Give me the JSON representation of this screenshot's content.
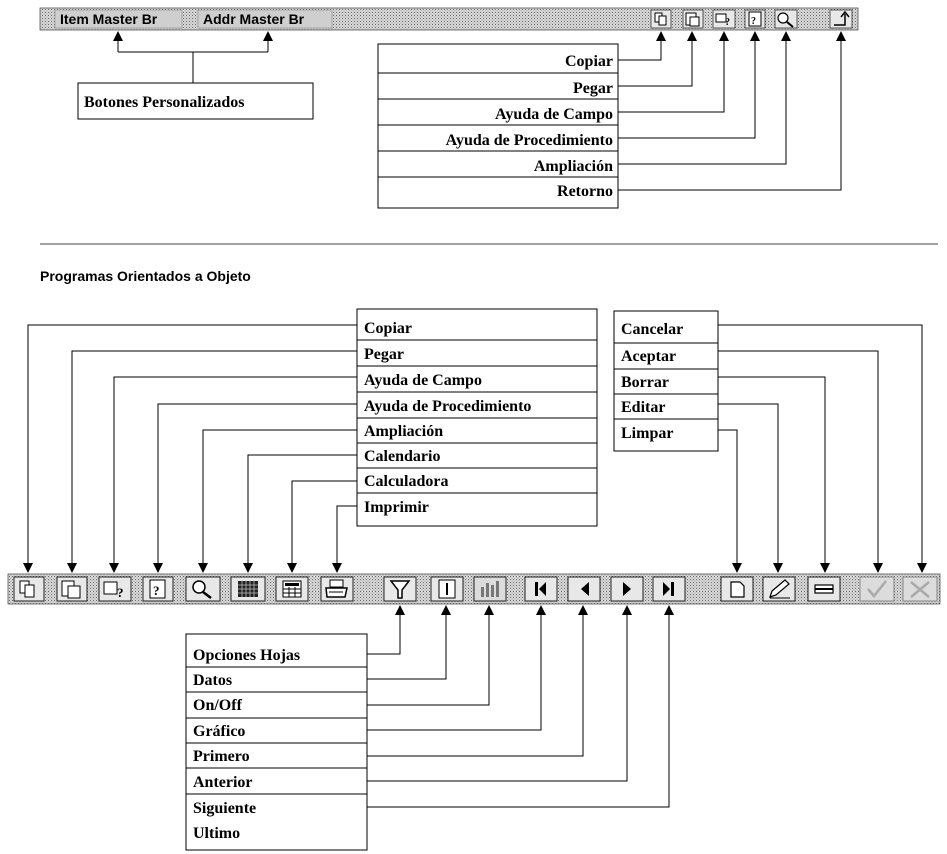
{
  "top_toolbar": {
    "custom_buttons": [
      "Item Master Br",
      "Addr Master Br"
    ],
    "icons": [
      "copy-icon",
      "paste-icon",
      "field-help-icon",
      "procedure-help-icon",
      "zoom-icon",
      "return-icon"
    ]
  },
  "custom_buttons_callout": "Botones Personalizados",
  "top_legend": [
    "Copiar",
    "Pegar",
    "Ayuda de Campo",
    "Ayuda de Procedimiento",
    "Ampliación",
    "Retorno"
  ],
  "section_title": "Programas Orientados a Objeto",
  "bottom_toolbar": {
    "icons": [
      "copy-icon",
      "paste-icon",
      "field-help-icon",
      "procedure-help-icon",
      "zoom-icon",
      "calendar-icon",
      "calculator-icon",
      "print-icon",
      "filter-icon",
      "data-icon",
      "chart-icon",
      "first-icon",
      "previous-icon",
      "next-icon",
      "last-icon",
      "new-icon",
      "edit-icon",
      "delete-icon",
      "accept-icon",
      "cancel-icon"
    ]
  },
  "legend_left": [
    "Copiar",
    "Pegar",
    "Ayuda de Campo",
    "Ayuda de Procedimiento",
    "Ampliación",
    "Calendario",
    "Calculadora",
    "Imprimir"
  ],
  "legend_right": [
    "Cancelar",
    "Aceptar",
    "Borrar",
    "Editar",
    "Limpar"
  ],
  "legend_bottom": [
    "Opciones Hojas",
    "Datos",
    "On/Off",
    "Gráfico",
    "Primero",
    "Anterior",
    "Siguiente",
    "Ultimo"
  ]
}
